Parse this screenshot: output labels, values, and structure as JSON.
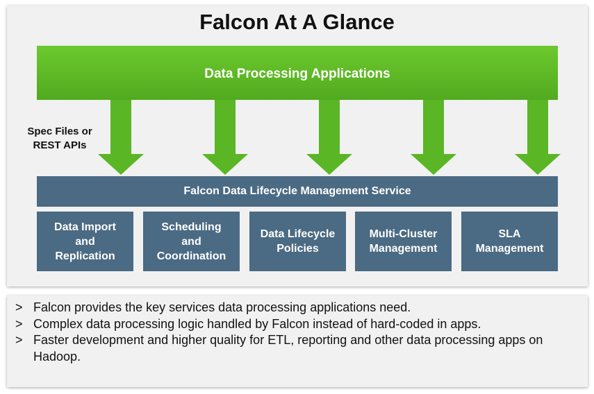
{
  "title": "Falcon At A Glance",
  "top_bar": {
    "label": "Data Processing Applications",
    "color": "#5ebb26"
  },
  "side_label": "Spec Files or\nREST APIs",
  "service_bar": {
    "label": "Falcon Data Lifecycle Management Service",
    "color": "#4b6a83"
  },
  "services": [
    {
      "label": "Data Import\nand\nReplication"
    },
    {
      "label": "Scheduling\nand\nCoordination"
    },
    {
      "label": "Data Lifecycle\nPolicies"
    },
    {
      "label": "Multi-Cluster\nManagement"
    },
    {
      "label": "SLA\nManagement"
    }
  ],
  "bullets": [
    {
      "marker": ">",
      "text": "Falcon provides the key services data processing applications need."
    },
    {
      "marker": ">",
      "text": "Complex data processing logic handled by Falcon instead of hard-coded in apps."
    },
    {
      "marker": ">",
      "text": "Faster development and higher quality for ETL, reporting and other data processing apps on Hadoop."
    }
  ]
}
